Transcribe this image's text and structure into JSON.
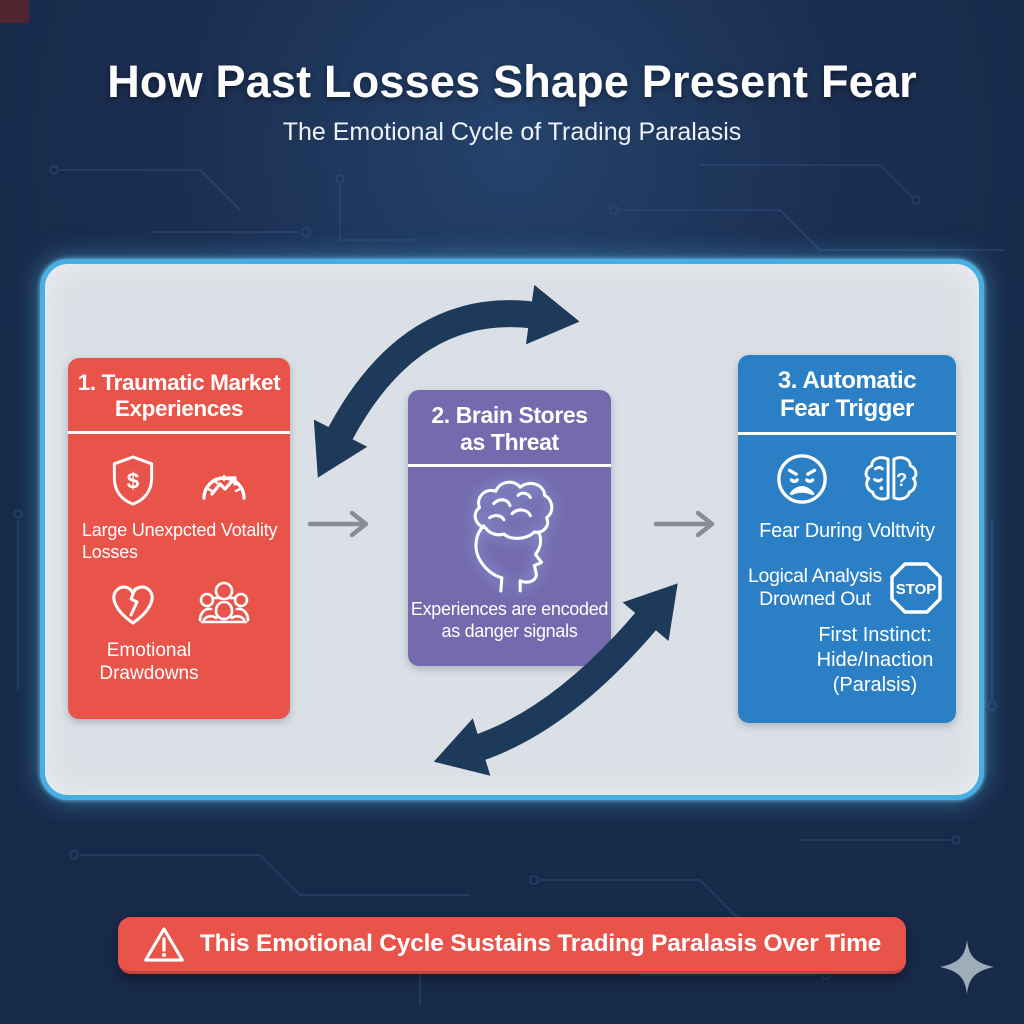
{
  "title": "How Past Losses Shape Present Fear",
  "subtitle": "The Emotional Cycle of Trading Paralasis",
  "colors": {
    "background": "#1b2e50",
    "panel": "#dbe0e6",
    "panel_border": "#47aee4",
    "stage1_red": "#e8544a",
    "stage2_purple": "#746aad",
    "stage3_blue": "#2b80c5",
    "cycle_arrow": "#1e3a5a",
    "step_arrow": "#868d97",
    "banner_red": "#e8544a"
  },
  "stage1": {
    "title": "1. Traumatic Market\nExperiences",
    "icons": [
      "shield-dollar-icon",
      "gauge-icon",
      "broken-heart-icon",
      "people-icon"
    ],
    "dollar_symbol": "$",
    "loss_label": "Large Unexpcted Votality\nLosses",
    "emotional_label": "Emotional\nDrawdowns"
  },
  "stage2": {
    "title": "2. Brain Stores\nas Threat",
    "icon": "brain-head-icon",
    "caption": "Experiences are encoded\nas danger signals"
  },
  "stage3": {
    "title": "3. Automatic\nFear Trigger",
    "icons": [
      "worried-face-icon",
      "split-brain-icon",
      "stop-sign-icon"
    ],
    "question_symbol": "?",
    "fear_label": "Fear During Volttvity",
    "logical_label": "Logical Analysis\nDrowned Out",
    "stop_label": "STOP",
    "instinct_label": "First Instinct:\nHide/Inaction\n(Paralsis)"
  },
  "banner": {
    "icon": "warning-triangle-icon",
    "label": "This Emotional Cycle Sustains Trading Paralasis Over Time"
  },
  "decor": {
    "sparkle_icon": "sparkle-icon"
  }
}
